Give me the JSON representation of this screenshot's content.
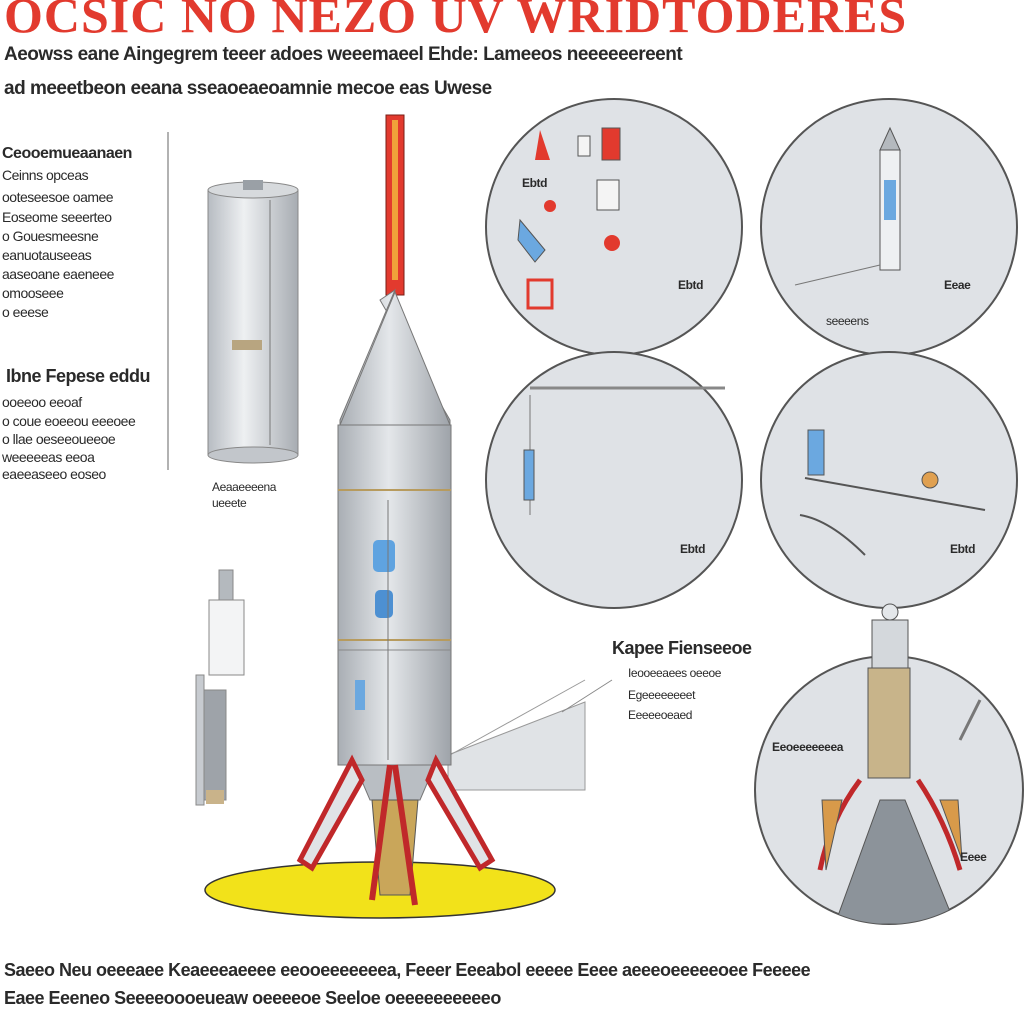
{
  "title": "OCSIC NO NEZO UV WRIDTODERES",
  "header_lines": [
    "Aeowss eane Aingegrem teeer adoes weeemaeel Ehde: Lameeos neeeeeereent",
    "ad meeetbeon eeana sseaoeaeoamnie mecoe eas Uwese"
  ],
  "left_block_1": [
    "Ceooemueaanaen",
    "Ceinns opceas",
    "ooteseesoe oamee",
    "Eoseome seeerteo",
    "o Gouesmeesne",
    "eanuotauseeas",
    "aaseoane eaeneee",
    "omooseee",
    "o eeese"
  ],
  "left_block_2_heading": "Ibne Fepese eddu",
  "left_block_2": [
    "ooeeoo eeoaf",
    "o coue eoeeou eeeoee",
    "o llae oeseeoueeoe",
    "weeeeeas eeoa",
    "eaeeaseeo eoseo"
  ],
  "tank_label": [
    "Aeaaeeeena",
    "ueeete"
  ],
  "circle_labels": [
    "Ebtd",
    "Eeae",
    "seeeens",
    "Ebtd",
    "Ebtd",
    "Ebtd",
    "Eeee"
  ],
  "callout": {
    "heading": "Kapee Fienseeoe",
    "lines": [
      "Ieooeeaees oeeoe",
      "Egeeeeeeeet",
      "Eeeeeoeaed"
    ]
  },
  "detail_label": "Eeoeeeeeeea",
  "footer_lines": [
    "Saeeo Neu oeeeaee Keaeeeaeeee eeooeeeeeeea, Feeer Eeeabol eeeee Eeee aeeeoeeeeeoee Feeeee",
    "Eaee Eeeneo Seeeeoooeueaw oeeeeoe Seeloe oeeeeeeeeeeo"
  ],
  "colors": {
    "accent_red": "#e23a2e",
    "rocket_grey": "#c9cdd2",
    "circle_fill": "#dfe2e6",
    "launch_pad_yellow": "#f2e21a"
  }
}
